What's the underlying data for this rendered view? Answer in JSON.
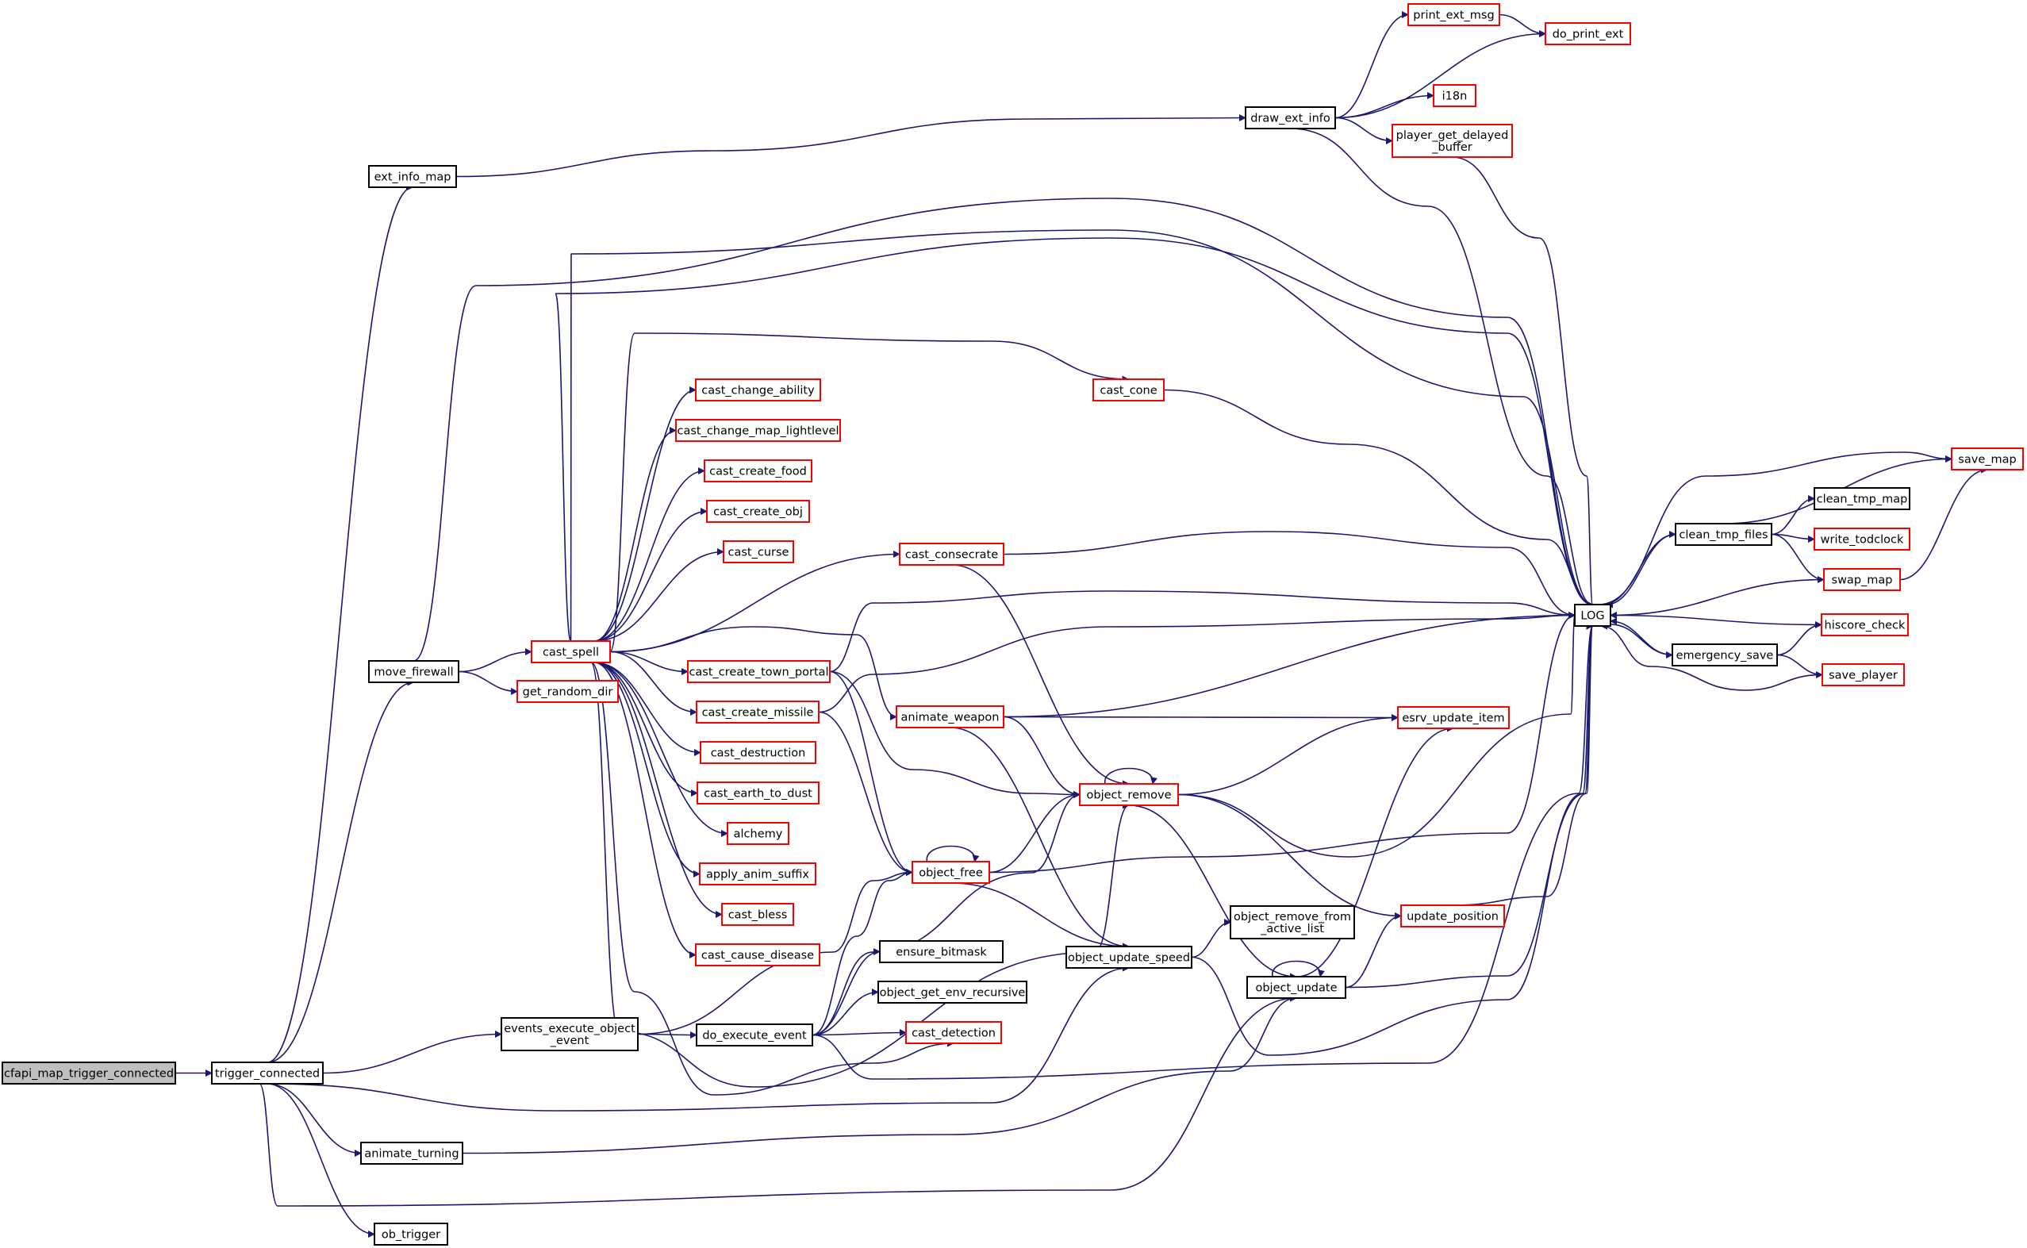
{
  "colors": {
    "edge": "#191970",
    "text": "#000000",
    "box_border": "#000000",
    "missing_doc_border": "#ff0000",
    "root_fill": "#bfbfbf"
  },
  "nodes": [
    {
      "id": "cfapi_map_trigger_connected",
      "lines": [
        "cfapi_map_trigger_connected"
      ],
      "style": "root"
    },
    {
      "id": "trigger_connected",
      "lines": [
        "trigger_connected"
      ],
      "style": "black"
    },
    {
      "id": "ext_info_map",
      "lines": [
        "ext_info_map"
      ],
      "style": "black"
    },
    {
      "id": "move_firewall",
      "lines": [
        "move_firewall"
      ],
      "style": "black"
    },
    {
      "id": "events_execute_object_event",
      "lines": [
        "events_execute_object",
        "_event"
      ],
      "style": "black"
    },
    {
      "id": "animate_turning",
      "lines": [
        "animate_turning"
      ],
      "style": "black"
    },
    {
      "id": "ob_trigger",
      "lines": [
        "ob_trigger"
      ],
      "style": "black"
    },
    {
      "id": "cast_spell",
      "lines": [
        "cast_spell"
      ],
      "style": "red"
    },
    {
      "id": "get_random_dir",
      "lines": [
        "get_random_dir"
      ],
      "style": "red"
    },
    {
      "id": "cast_change_ability",
      "lines": [
        "cast_change_ability"
      ],
      "style": "red"
    },
    {
      "id": "cast_change_map_lightlevel",
      "lines": [
        "cast_change_map_lightlevel"
      ],
      "style": "red"
    },
    {
      "id": "cast_create_food",
      "lines": [
        "cast_create_food"
      ],
      "style": "red"
    },
    {
      "id": "cast_create_obj",
      "lines": [
        "cast_create_obj"
      ],
      "style": "red"
    },
    {
      "id": "cast_curse",
      "lines": [
        "cast_curse"
      ],
      "style": "red"
    },
    {
      "id": "cast_create_town_portal",
      "lines": [
        "cast_create_town_portal"
      ],
      "style": "red"
    },
    {
      "id": "cast_create_missile",
      "lines": [
        "cast_create_missile"
      ],
      "style": "red"
    },
    {
      "id": "cast_destruction",
      "lines": [
        "cast_destruction"
      ],
      "style": "red"
    },
    {
      "id": "cast_earth_to_dust",
      "lines": [
        "cast_earth_to_dust"
      ],
      "style": "red"
    },
    {
      "id": "alchemy",
      "lines": [
        "alchemy"
      ],
      "style": "red"
    },
    {
      "id": "apply_anim_suffix",
      "lines": [
        "apply_anim_suffix"
      ],
      "style": "red"
    },
    {
      "id": "cast_bless",
      "lines": [
        "cast_bless"
      ],
      "style": "red"
    },
    {
      "id": "cast_cause_disease",
      "lines": [
        "cast_cause_disease"
      ],
      "style": "red"
    },
    {
      "id": "do_execute_event",
      "lines": [
        "do_execute_event"
      ],
      "style": "black"
    },
    {
      "id": "cast_cone",
      "lines": [
        "cast_cone"
      ],
      "style": "red"
    },
    {
      "id": "cast_consecrate",
      "lines": [
        "cast_consecrate"
      ],
      "style": "red"
    },
    {
      "id": "animate_weapon",
      "lines": [
        "animate_weapon"
      ],
      "style": "red"
    },
    {
      "id": "object_free",
      "lines": [
        "object_free"
      ],
      "style": "red"
    },
    {
      "id": "ensure_bitmask",
      "lines": [
        "ensure_bitmask"
      ],
      "style": "black"
    },
    {
      "id": "object_get_env_recursive",
      "lines": [
        "object_get_env_recursive"
      ],
      "style": "black"
    },
    {
      "id": "cast_detection",
      "lines": [
        "cast_detection"
      ],
      "style": "red"
    },
    {
      "id": "object_remove",
      "lines": [
        "object_remove"
      ],
      "style": "red"
    },
    {
      "id": "object_update_speed",
      "lines": [
        "object_update_speed"
      ],
      "style": "black"
    },
    {
      "id": "object_remove_from_active_list",
      "lines": [
        "object_remove_from",
        "_active_list"
      ],
      "style": "black"
    },
    {
      "id": "object_update",
      "lines": [
        "object_update"
      ],
      "style": "black"
    },
    {
      "id": "draw_ext_info",
      "lines": [
        "draw_ext_info"
      ],
      "style": "black"
    },
    {
      "id": "print_ext_msg",
      "lines": [
        "print_ext_msg"
      ],
      "style": "red"
    },
    {
      "id": "do_print_ext",
      "lines": [
        "do_print_ext"
      ],
      "style": "red"
    },
    {
      "id": "i18n",
      "lines": [
        "i18n"
      ],
      "style": "red"
    },
    {
      "id": "player_get_delayed_buffer",
      "lines": [
        "player_get_delayed",
        "_buffer"
      ],
      "style": "red"
    },
    {
      "id": "esrv_update_item",
      "lines": [
        "esrv_update_item"
      ],
      "style": "red"
    },
    {
      "id": "update_position",
      "lines": [
        "update_position"
      ],
      "style": "red"
    },
    {
      "id": "LOG",
      "lines": [
        "LOG"
      ],
      "style": "black"
    },
    {
      "id": "clean_tmp_files",
      "lines": [
        "clean_tmp_files"
      ],
      "style": "black"
    },
    {
      "id": "emergency_save",
      "lines": [
        "emergency_save"
      ],
      "style": "black"
    },
    {
      "id": "save_map",
      "lines": [
        "save_map"
      ],
      "style": "red"
    },
    {
      "id": "clean_tmp_map",
      "lines": [
        "clean_tmp_map"
      ],
      "style": "black"
    },
    {
      "id": "write_todclock",
      "lines": [
        "write_todclock"
      ],
      "style": "red"
    },
    {
      "id": "swap_map",
      "lines": [
        "swap_map"
      ],
      "style": "red"
    },
    {
      "id": "hiscore_check",
      "lines": [
        "hiscore_check"
      ],
      "style": "red"
    },
    {
      "id": "save_player",
      "lines": [
        "save_player"
      ],
      "style": "red"
    }
  ]
}
